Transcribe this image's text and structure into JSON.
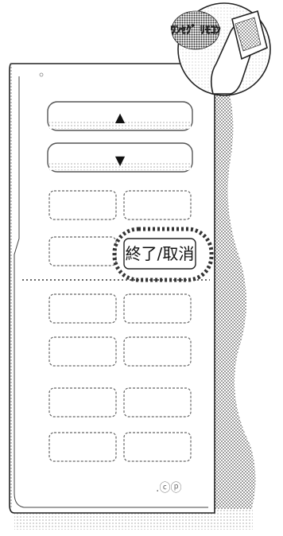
{
  "figure": {
    "style": "patent-style line drawing with stippled shading",
    "highlight_color": "#333333",
    "inset_label": "ﾜﾝｾｸﾞ ﾘﾓｺﾝ",
    "end_cancel_button_label": "終了/取消",
    "up_arrow": "▲",
    "down_arrow": "▼"
  }
}
